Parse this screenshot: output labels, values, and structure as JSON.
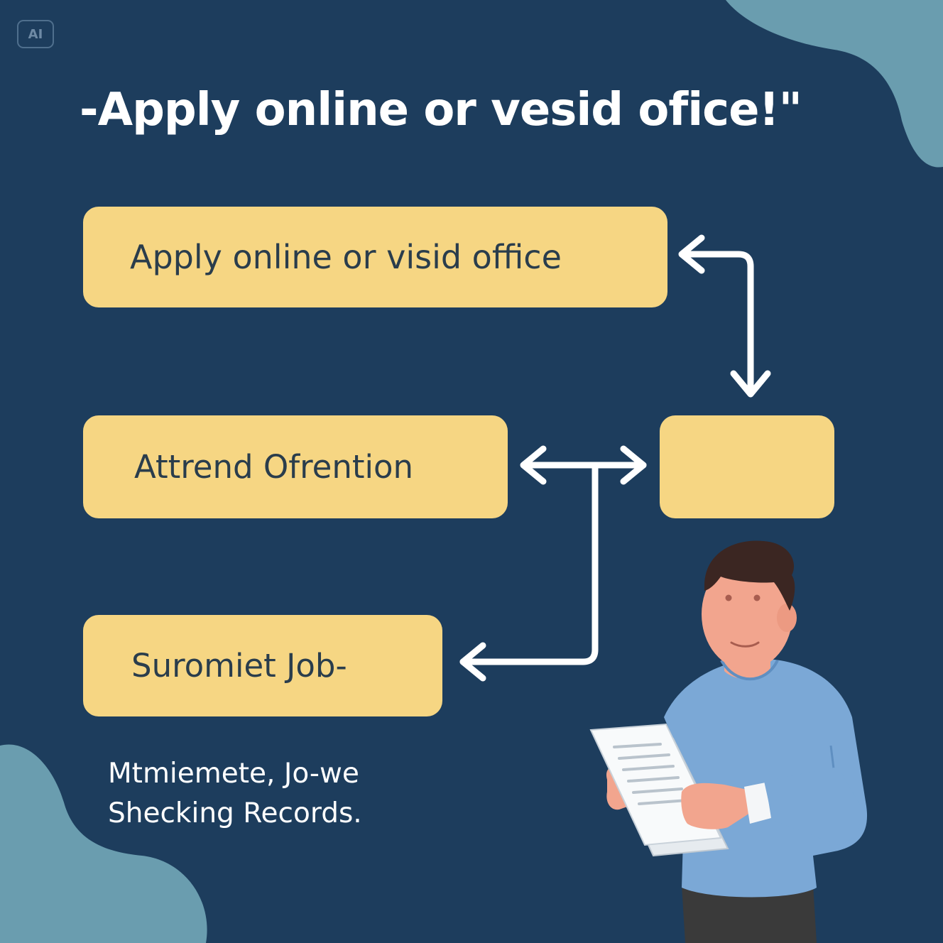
{
  "badge": {
    "label": "AI"
  },
  "title": "-Apply online or vesid ofice!\"",
  "flow": {
    "box1": "Apply online or visid office",
    "box2": "Attrend Ofrention",
    "box3": "",
    "box4": "Suromiet Job-"
  },
  "caption": {
    "line1": "Mtmiemete, Jo-we",
    "line2": "Shecking Records."
  },
  "colors": {
    "background": "#1d3d5d",
    "box": "#f6d683",
    "blob": "#6a9daf",
    "arrow": "#ffffff",
    "shirt": "#7ba8d6"
  },
  "icons": [
    "ai-badge-icon",
    "person-reading-document-icon"
  ]
}
